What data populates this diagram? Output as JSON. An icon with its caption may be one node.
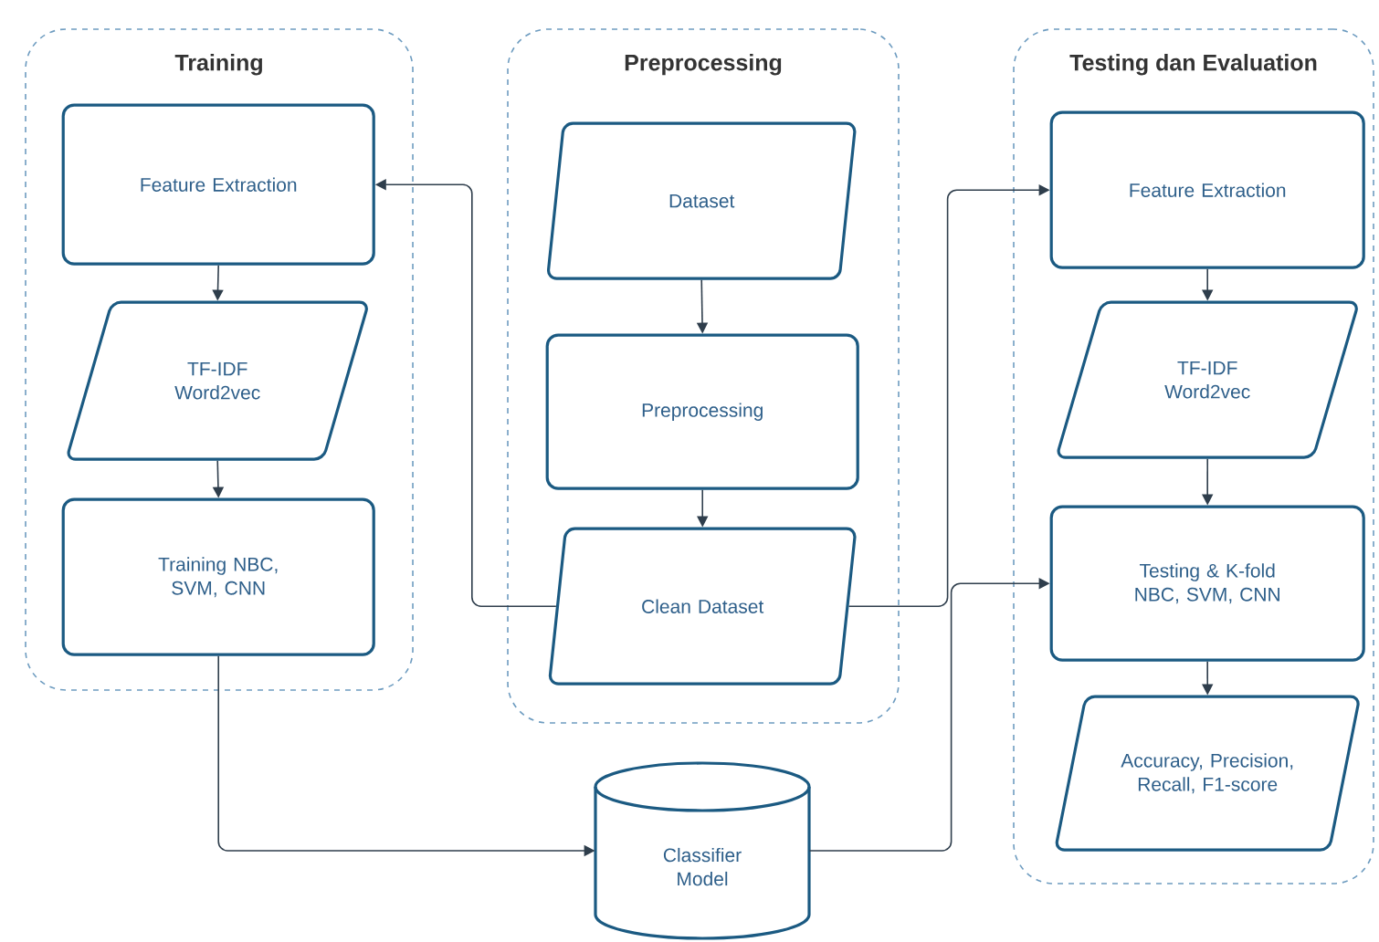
{
  "diagram": {
    "nodes": [
      {
        "text": [
          "Training"
        ]
      },
      {
        "text": [
          "Feature Extraction"
        ],
        "in": 0
      },
      {
        "text": [
          "TF-IDF Word2vec"
        ],
        "in": 0
      },
      {
        "text": [
          "Training NBC, SVM, CNN"
        ],
        "in": 0
      },
      {
        "text": [
          "Preprocessing"
        ]
      },
      {
        "text": [
          "Dataset"
        ],
        "in": 4
      },
      {
        "text": [
          "Preprocessing"
        ],
        "in": 4
      },
      {
        "text": [
          "Clean Dataset"
        ],
        "in": 4
      },
      {
        "text": [
          "Testing dan Evaluation"
        ]
      },
      {
        "text": [
          "Feature Extraction"
        ],
        "in": 8
      },
      {
        "text": [
          "TF-IDF Word2vec"
        ],
        "in": 8
      },
      {
        "text": [
          "Testing & K-fold NBC, SVM, CNN"
        ],
        "in": 8
      },
      {
        "text": [
          "Accuracy, Precision, Recall, F1-score"
        ],
        "in": 8
      },
      {
        "text": [
          "Classifier Model"
        ]
      }
    ],
    "edges": [
      {
        "from": 1,
        "to": 2,
        "arrow": "to"
      },
      {
        "from": 2,
        "to": 3,
        "arrow": "to"
      },
      {
        "from": 5,
        "to": 6,
        "arrow": "to"
      },
      {
        "from": 6,
        "to": 7,
        "arrow": "to"
      },
      {
        "from": 7,
        "to": 1,
        "arrow": "to"
      },
      {
        "from": 7,
        "to": 9,
        "arrow": "to"
      },
      {
        "from": 3,
        "to": 13,
        "arrow": "to"
      },
      {
        "from": 13,
        "to": 11,
        "arrow": "to"
      },
      {
        "from": 9,
        "to": 10,
        "arrow": "to"
      },
      {
        "from": 10,
        "to": 11,
        "arrow": "to"
      },
      {
        "from": 11,
        "to": 12,
        "arrow": "to"
      }
    ]
  }
}
